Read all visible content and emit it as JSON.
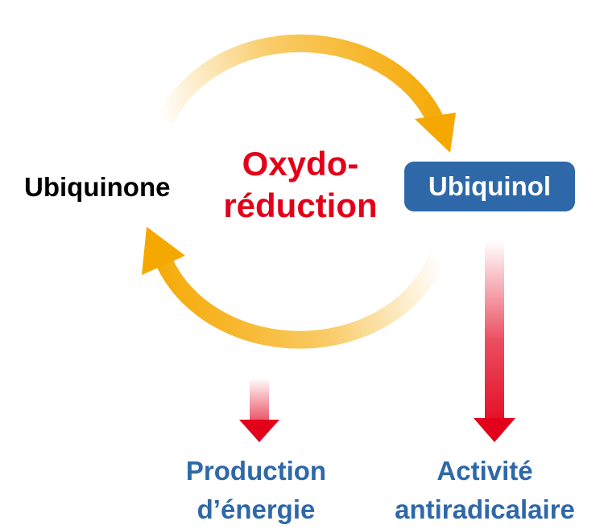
{
  "nodes": {
    "left": {
      "label": "Ubiquinone"
    },
    "center": {
      "line1": "Oxydo-",
      "line2": "réduction"
    },
    "right": {
      "label": "Ubiquinol"
    }
  },
  "outputs": {
    "left": {
      "line1": "Production",
      "line2": "d’énergie"
    },
    "right": {
      "line1": "Activité",
      "line2": "antiradicalaire"
    }
  },
  "colors": {
    "cycle_arrow": "#F5A800",
    "center_text": "#E2001A",
    "node_box": "#2E68A8",
    "node_text_light": "#FFFFFF",
    "output_text": "#2E68A8",
    "output_arrow": "#E2001A"
  }
}
